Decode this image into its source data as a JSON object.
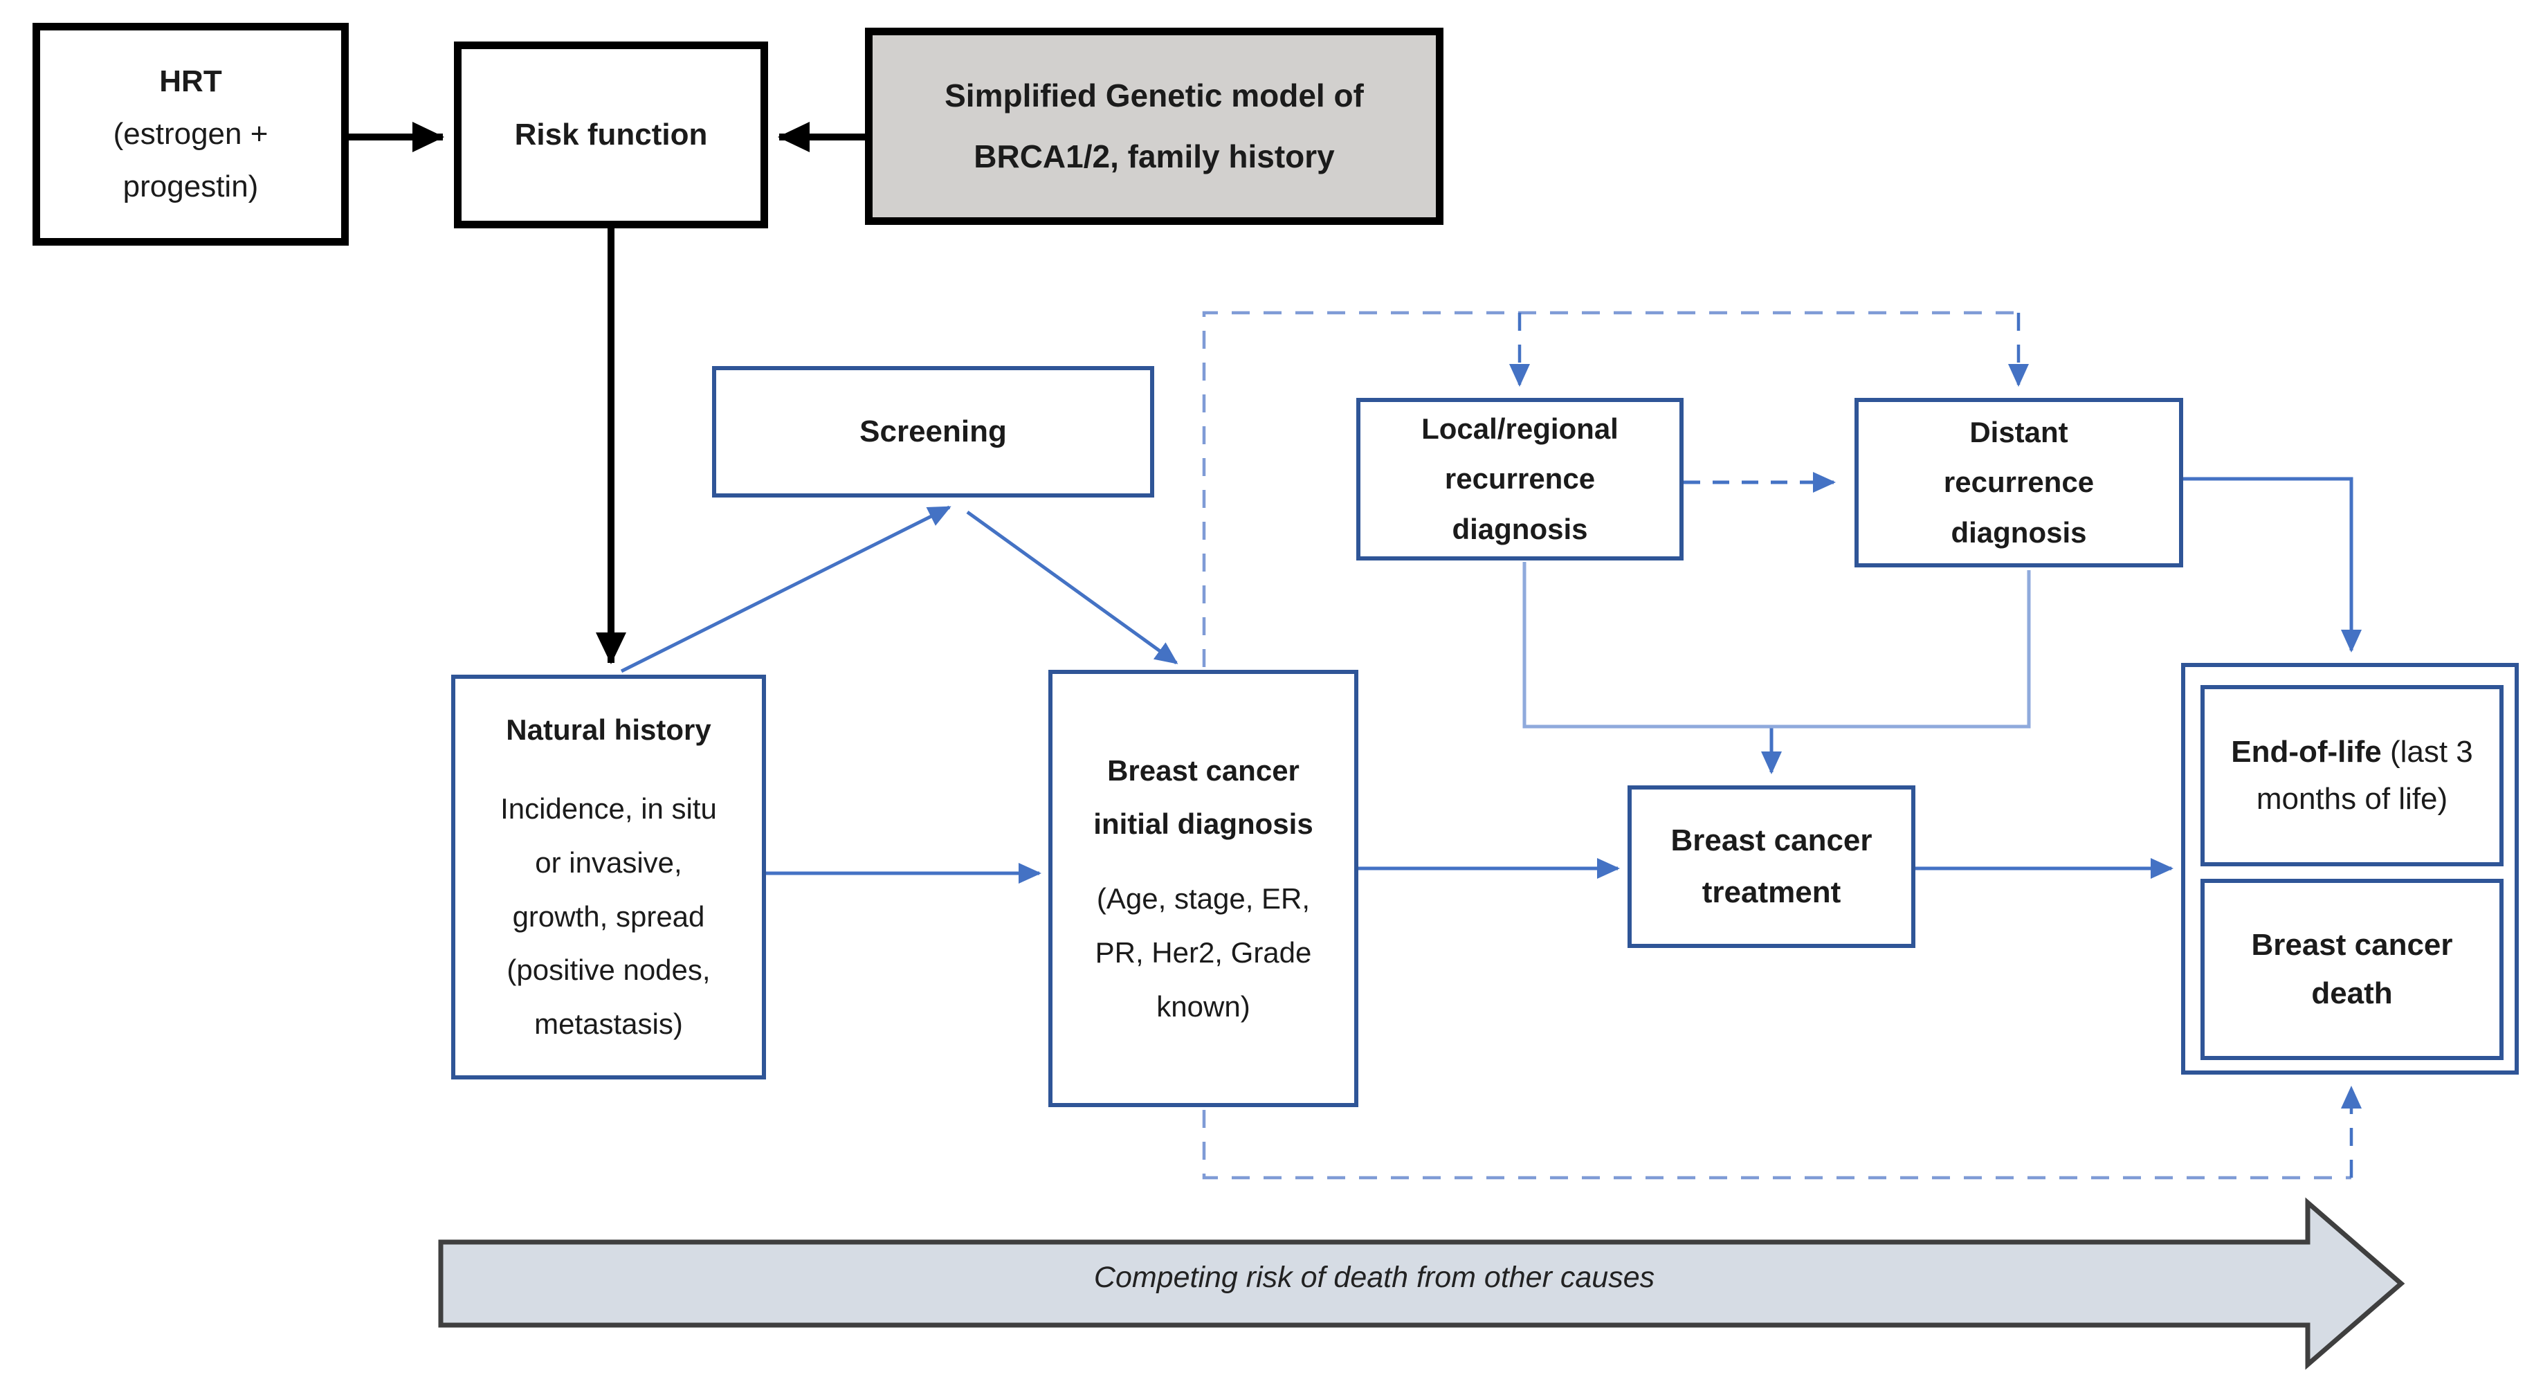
{
  "diagram": {
    "description": "Breast cancer simulation model flow diagram",
    "colors": {
      "box_border_blue": "#2F5597",
      "arrow_blue": "#4472C4",
      "connector_light_blue": "#8FAADC",
      "dashed_blue": "#7F9BD6",
      "black_box_border": "#000000",
      "genetic_box_fill": "#D2D0CE",
      "competing_arrow_fill": "#D6DCE4",
      "competing_arrow_border": "#3F3F3F"
    }
  },
  "nodes": {
    "hrt": {
      "title": "HRT",
      "body": "(estrogen +\nprogestin)"
    },
    "risk_function": {
      "title": "Risk function"
    },
    "genetic_model": {
      "title": "Simplified Genetic model of\nBRCA1/2, family history"
    },
    "screening": {
      "title": "Screening"
    },
    "natural_history": {
      "title": "Natural history",
      "body": "Incidence, in situ\nor invasive,\ngrowth, spread\n(positive nodes,\nmetastasis)"
    },
    "initial_diagnosis": {
      "title": "Breast cancer\ninitial diagnosis",
      "body": "(Age, stage, ER,\nPR, Her2, Grade\nknown)"
    },
    "local_recurrence": {
      "title": "Local/regional\nrecurrence\ndiagnosis"
    },
    "distant_recurrence": {
      "title": "Distant\nrecurrence\ndiagnosis"
    },
    "treatment": {
      "title": "Breast cancer\ntreatment"
    },
    "end_of_life": {
      "title_bold": "End-of-life",
      "title_rest": " (last 3 months of life)"
    },
    "breast_cancer_death": {
      "title": "Breast cancer\ndeath"
    }
  },
  "competing_risk_arrow": {
    "label": "Competing risk of death from other causes"
  },
  "edges": [
    {
      "from": "hrt",
      "to": "risk_function",
      "style": "black-solid-arrow"
    },
    {
      "from": "genetic_model",
      "to": "risk_function",
      "style": "black-solid-arrow"
    },
    {
      "from": "risk_function",
      "to": "natural_history",
      "style": "black-solid-arrow"
    },
    {
      "from": "natural_history",
      "to": "screening",
      "style": "blue-solid-arrow"
    },
    {
      "from": "screening",
      "to": "initial_diagnosis",
      "style": "blue-solid-arrow"
    },
    {
      "from": "natural_history",
      "to": "initial_diagnosis",
      "style": "blue-solid-arrow"
    },
    {
      "from": "initial_diagnosis",
      "to": "treatment",
      "style": "blue-solid-arrow"
    },
    {
      "from": "treatment",
      "to": "end_of_life_group",
      "style": "blue-solid-arrow"
    },
    {
      "from": "initial_diagnosis",
      "to": "local_recurrence",
      "style": "blue-dashed-arrow"
    },
    {
      "from": "initial_diagnosis",
      "to": "distant_recurrence",
      "style": "blue-dashed-arrow"
    },
    {
      "from": "local_recurrence",
      "to": "distant_recurrence",
      "style": "blue-dashed-arrow"
    },
    {
      "from": "local_recurrence",
      "to": "treatment",
      "style": "light-blue-connector"
    },
    {
      "from": "distant_recurrence",
      "to": "treatment",
      "style": "light-blue-connector"
    },
    {
      "from": "distant_recurrence",
      "to": "end_of_life_group",
      "style": "blue-solid-arrow"
    },
    {
      "from": "initial_diagnosis",
      "to": "breast_cancer_death",
      "style": "blue-dashed-arrow"
    }
  ]
}
